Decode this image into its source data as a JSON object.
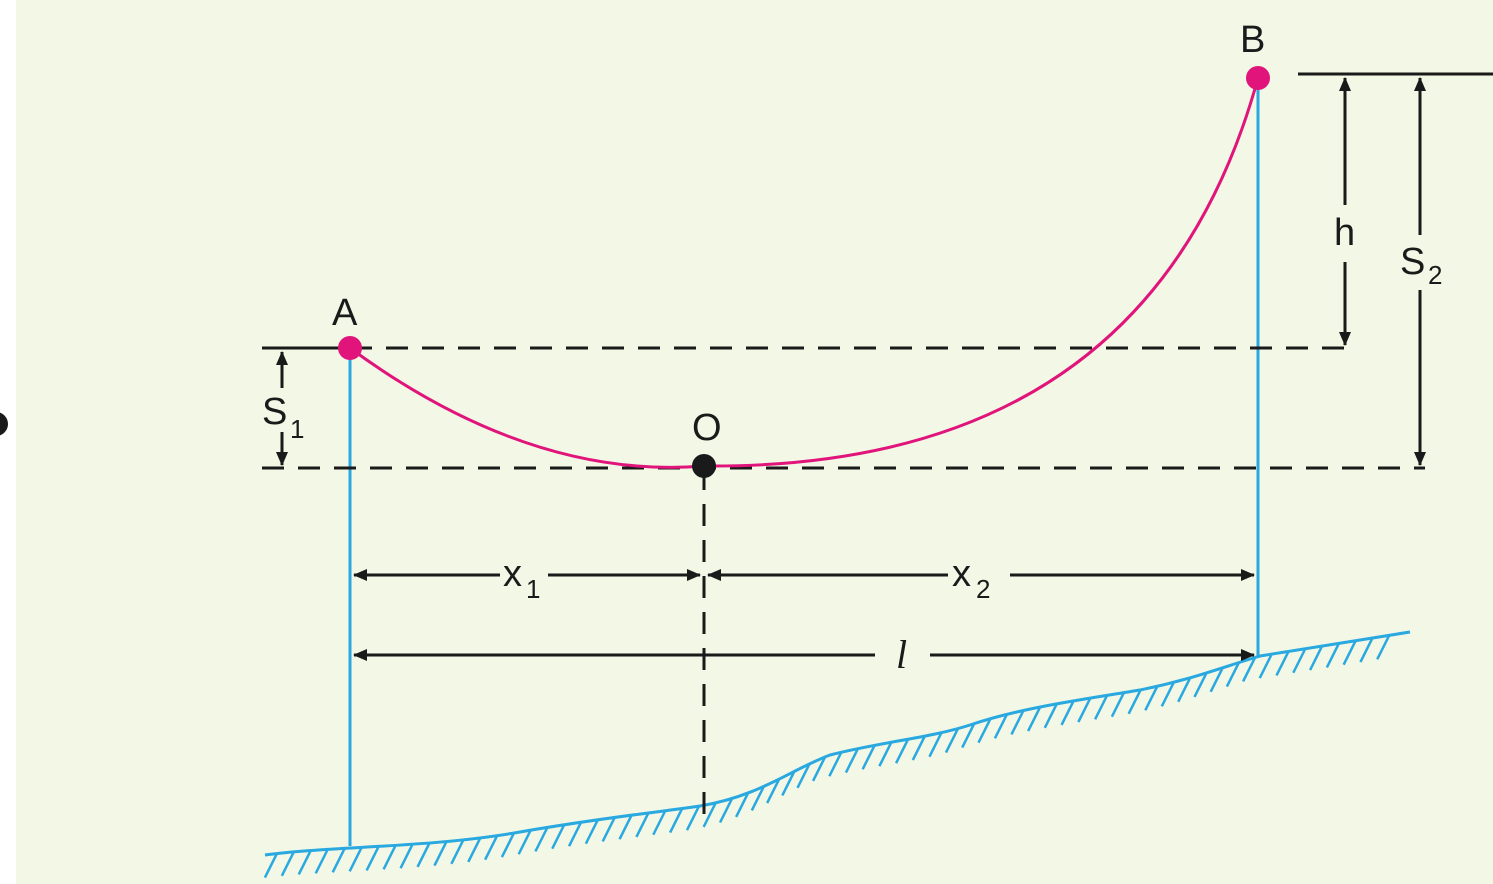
{
  "colors": {
    "background": "#f2f7e6",
    "cable": "#e0147a",
    "support": "#2aa8e0",
    "ground": "#2aa8e0",
    "line": "#1a1a1a"
  },
  "labels": {
    "point_a": "A",
    "point_b": "B",
    "point_o": "O",
    "h": "h",
    "s1_main": "S",
    "s1_sub": "1",
    "s2_main": "S",
    "s2_sub": "2",
    "x1_main": "x",
    "x1_sub": "1",
    "x2_main": "x",
    "x2_sub": "2",
    "span": "l"
  }
}
